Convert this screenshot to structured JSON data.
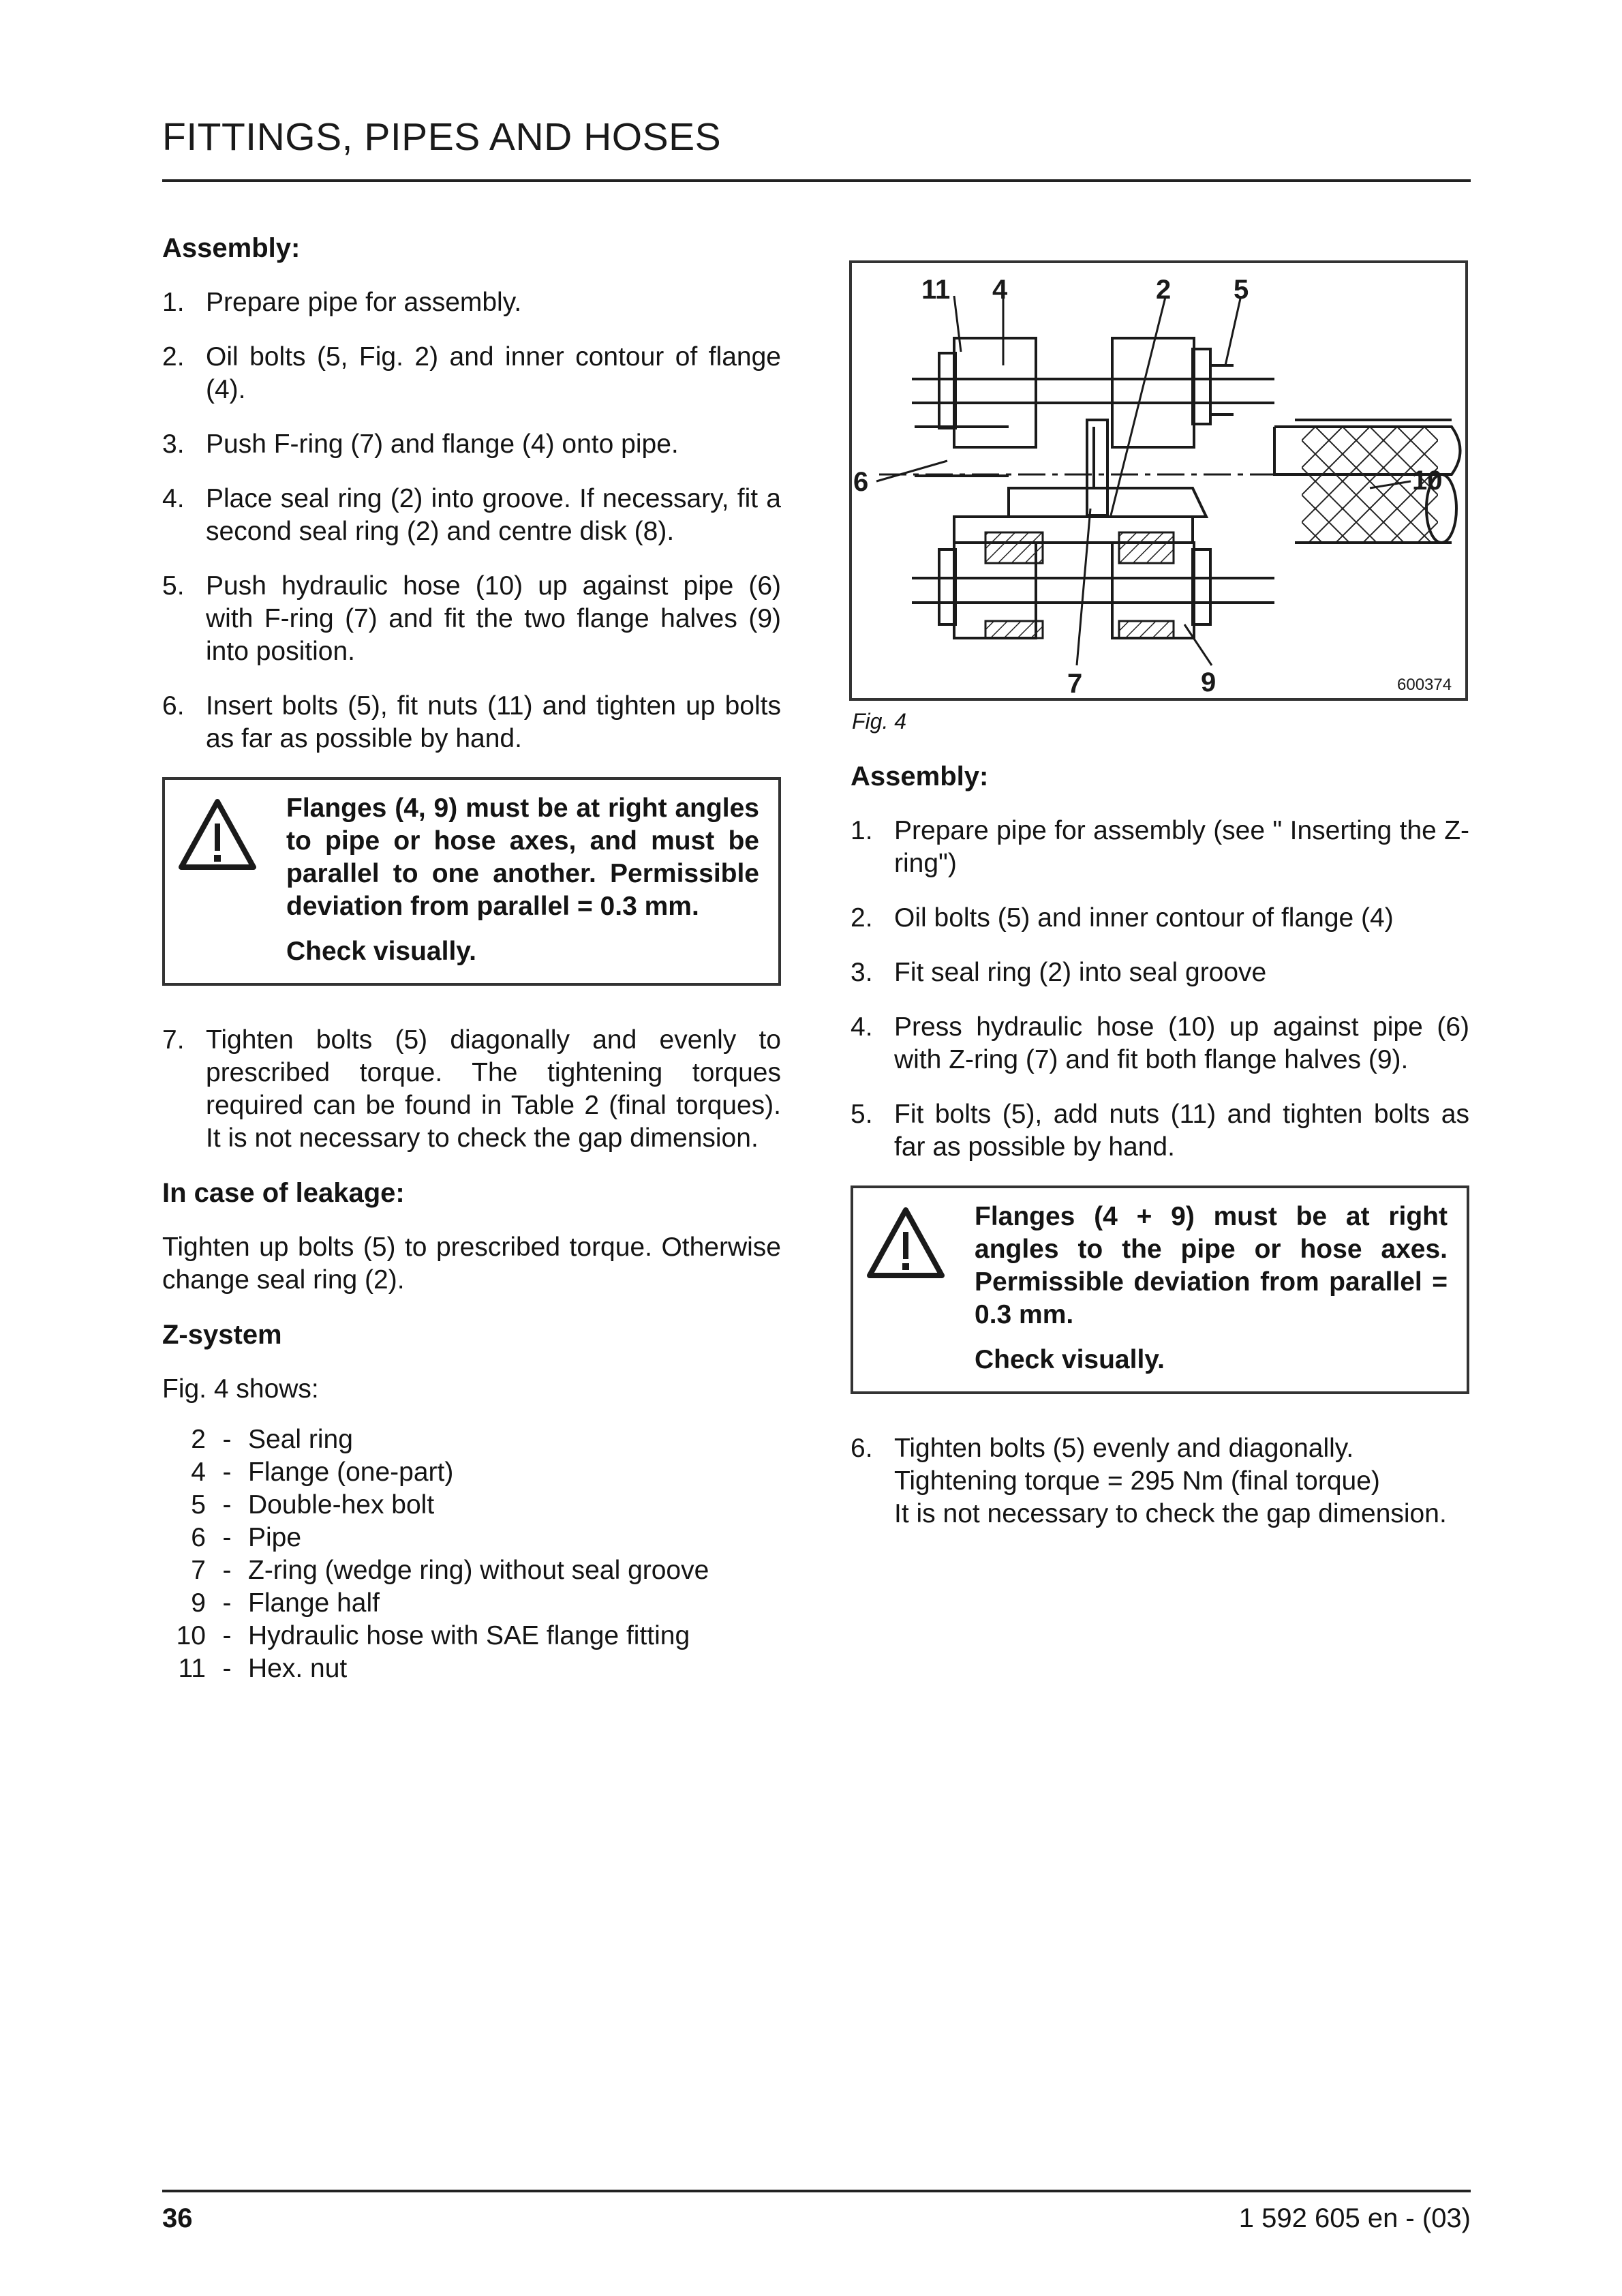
{
  "header": {
    "title": "FITTINGS, PIPES AND HOSES"
  },
  "footer": {
    "page": "36",
    "doc": "1 592 605 en - (03)"
  },
  "left": {
    "heading": "Assembly:",
    "steps": [
      {
        "n": "1.",
        "t": "Prepare pipe for assembly."
      },
      {
        "n": "2.",
        "t": "Oil bolts (5, Fig. 2) and inner contour of flange (4)."
      },
      {
        "n": "3.",
        "t": "Push F-ring (7) and flange (4) onto pipe."
      },
      {
        "n": "4.",
        "t": "Place seal ring (2) into groove. If necessary, fit a second seal ring (2) and centre disk (8)."
      },
      {
        "n": "5.",
        "t": "Push hydraulic hose (10) up against pipe (6) with F-ring (7) and fit the two flange halves (9) into position."
      },
      {
        "n": "6.",
        "t": "Insert bolts (5), fit nuts (11) and tighten up bolts as far as possible by hand."
      }
    ],
    "warning": {
      "text": "Flanges (4, 9) must be at right angles to pipe or hose axes, and must be parallel to one another. Permissible deviation from parallel = 0.3 mm.",
      "check": "Check visually."
    },
    "step7": {
      "n": "7.",
      "t": "Tighten bolts (5) diagonally and evenly to prescribed torque. The tightening torques required can be found in Table 2 (final torques). It is not necessary to check the gap dimension."
    },
    "leak_heading": "In case of leakage:",
    "leak_text": "Tighten up bolts (5) to prescribed torque. Otherwise change seal ring (2).",
    "zsys_heading": "Z-system",
    "fig_shows": "Fig. 4 shows:",
    "parts": [
      {
        "n": "2",
        "d": "Seal ring"
      },
      {
        "n": "4",
        "d": "Flange (one-part)"
      },
      {
        "n": "5",
        "d": "Double-hex bolt"
      },
      {
        "n": "6",
        "d": "Pipe"
      },
      {
        "n": "7",
        "d": "Z-ring (wedge ring) without seal groove"
      },
      {
        "n": "9",
        "d": "Flange half"
      },
      {
        "n": "10",
        "d": "Hydraulic hose with SAE flange fitting"
      },
      {
        "n": "11",
        "d": "Hex. nut"
      }
    ]
  },
  "figure": {
    "caption": "Fig. 4",
    "code": "600374",
    "labels": {
      "l11": "11",
      "l4": "4",
      "l2": "2",
      "l5": "5",
      "l6": "6",
      "l10": "10",
      "l7": "7",
      "l9": "9"
    }
  },
  "right": {
    "heading": "Assembly:",
    "steps": [
      {
        "n": "1.",
        "t": "Prepare pipe for assembly (see \" Inserting the Z-ring\")"
      },
      {
        "n": "2.",
        "t": "Oil bolts (5) and inner contour of flange (4)"
      },
      {
        "n": "3.",
        "t": "Fit seal ring (2) into seal groove"
      },
      {
        "n": "4.",
        "t": "Press hydraulic hose (10) up against pipe (6) with Z-ring (7) and fit both flange halves (9)."
      },
      {
        "n": "5.",
        "t": "Fit bolts (5), add nuts (11) and tighten bolts as far as possible by hand."
      }
    ],
    "warning": {
      "text": "Flanges (4 + 9) must be at right angles to the pipe or hose axes. Permissible deviation from parallel = 0.3 mm.",
      "check": "Check visually."
    },
    "step6": {
      "n": "6.",
      "t1": "Tighten bolts (5) evenly and diagonally.",
      "t2": "Tightening torque = 295 Nm (final torque)",
      "t3": "It is not necessary to check the gap dimension."
    }
  }
}
